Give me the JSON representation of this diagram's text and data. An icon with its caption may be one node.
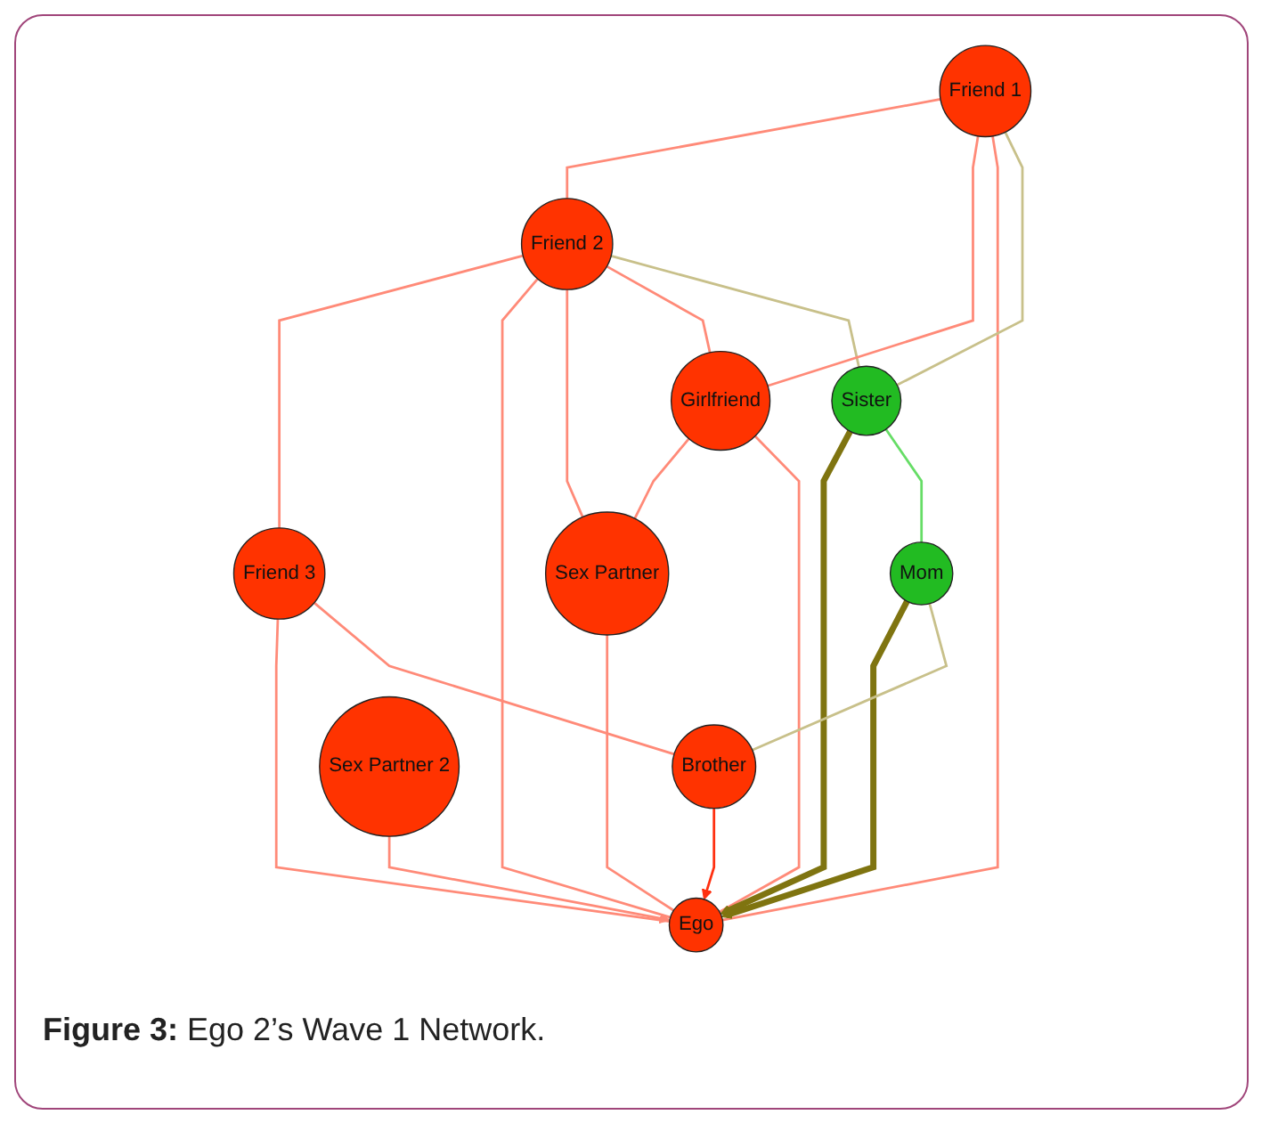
{
  "diagram": {
    "caption": "**Figure 3:** Ego 2’s Wave 1 Network.",
    "nodes": [
      {
        "text": [
          "Friend 2"
        ]
      },
      {
        "text": [
          "Friend 1"
        ]
      },
      {
        "text": [
          "Friend 3"
        ]
      },
      {
        "text": [
          "Girlfriend"
        ]
      },
      {
        "text": [
          "Ego"
        ]
      },
      {
        "text": [
          "Sex Partner"
        ]
      },
      {
        "text": [
          "Sister"
        ]
      },
      {
        "text": [
          "Brother"
        ]
      },
      {
        "text": [
          "Mom"
        ]
      },
      {
        "text": [
          "Sex Partner 2"
        ]
      }
    ],
    "edges": [
      {
        "from": 1,
        "to": 0,
        "arrow": "none"
      },
      {
        "from": 0,
        "to": 2,
        "arrow": "none"
      },
      {
        "from": 0,
        "to": 4,
        "arrow": "none"
      },
      {
        "from": 0,
        "to": 5,
        "arrow": "none"
      },
      {
        "from": 0,
        "to": 3,
        "arrow": "none"
      },
      {
        "from": 0,
        "to": 6,
        "arrow": "none",
        "color": "#c8c08a"
      },
      {
        "from": 1,
        "to": 3,
        "arrow": "none"
      },
      {
        "from": 1,
        "to": 4,
        "arrow": "none"
      },
      {
        "from": 1,
        "to": 6,
        "arrow": "none",
        "color": "#c8c08a"
      },
      {
        "from": 3,
        "to": 5,
        "arrow": "none"
      },
      {
        "from": 3,
        "to": 4,
        "arrow": "none"
      },
      {
        "from": 5,
        "to": 4,
        "arrow": "none"
      },
      {
        "from": 2,
        "to": 4,
        "arrow": "none"
      },
      {
        "from": 2,
        "to": 7,
        "arrow": "none"
      },
      {
        "from": 6,
        "to": 4,
        "arrow": "to",
        "style": "thick",
        "color": "#7f7410"
      },
      {
        "from": 8,
        "to": 4,
        "arrow": "to",
        "style": "thick",
        "color": "#7f7410"
      },
      {
        "from": 7,
        "to": 4,
        "arrow": "to",
        "color": "#ff3010"
      },
      {
        "from": 9,
        "to": 4,
        "arrow": "to"
      },
      {
        "from": 6,
        "to": 8,
        "arrow": "none",
        "color": "#66dd66"
      },
      {
        "from": 8,
        "to": 7,
        "arrow": "none",
        "color": "#c8c08a"
      }
    ]
  }
}
